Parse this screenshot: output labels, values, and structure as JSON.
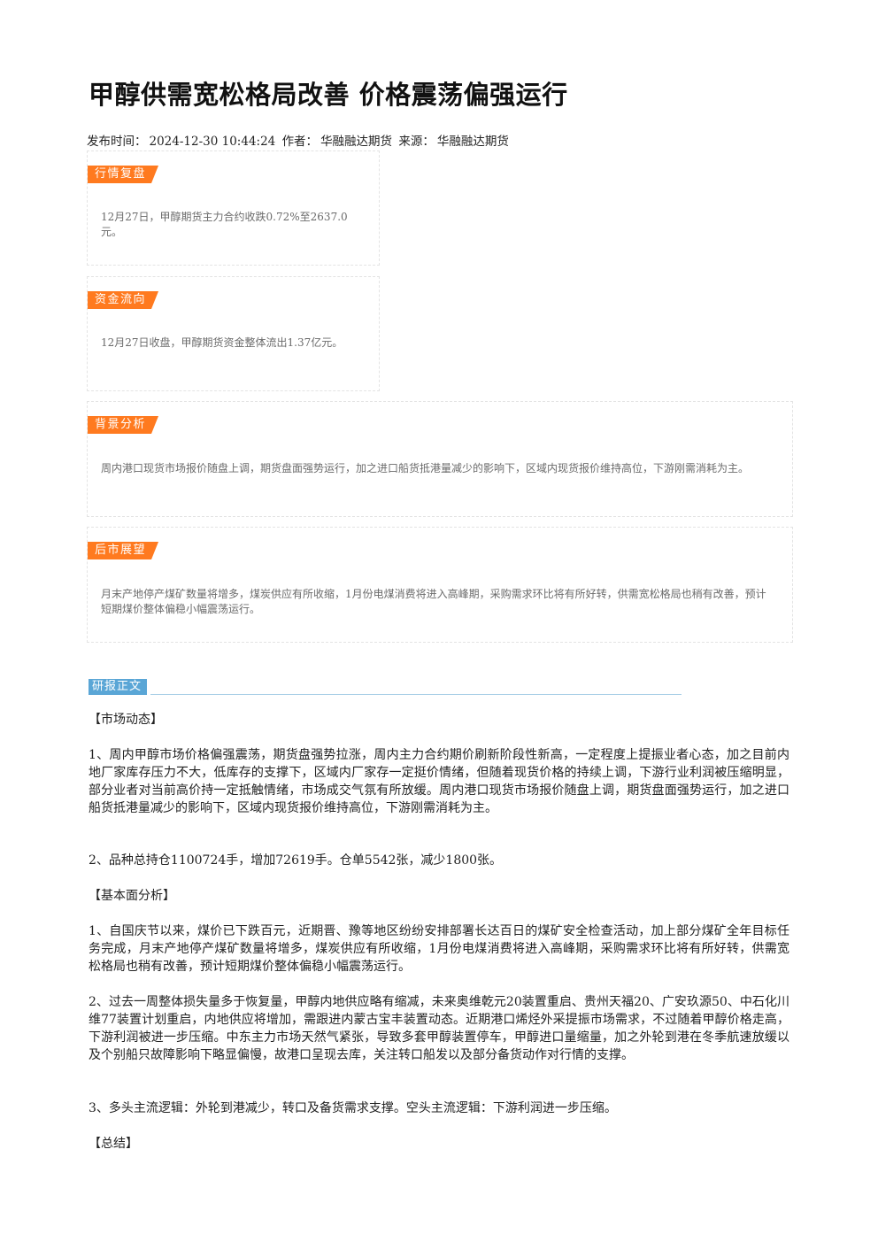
{
  "article": {
    "title": "甲醇供需宽松格局改善 价格震荡偏强运行",
    "meta": {
      "publish_label": "发布时间：",
      "publish_time": "2024-12-30 10:44:24",
      "author_label": "作者：",
      "author": "华融融达期货",
      "source_label": "来源：",
      "source": "华融融达期货"
    }
  },
  "cards": [
    {
      "tag": "行情复盘",
      "text": "12月27日，甲醇期货主力合约收跌0.72%至2637.0元。"
    },
    {
      "tag": "资金流向",
      "text": "12月27日收盘，甲醇期货资金整体流出1.37亿元。"
    },
    {
      "tag": "背景分析",
      "text": "周内港口现货市场报价随盘上调，期货盘面强势运行，加之进口船货抵港量减少的影响下，区域内现货报价维持高位，下游刚需消耗为主。"
    },
    {
      "tag": "后市展望",
      "text": "月末产地停产煤矿数量将增多，煤炭供应有所收缩，1月份电煤消费将进入高峰期，采购需求环比将有所好转，供需宽松格局也稍有改善，预计短期煤价整体偏稳小幅震荡运行。"
    }
  ],
  "report": {
    "tag": "研报正文",
    "paragraphs": [
      "【市场动态】",
      "1、周内甲醇市场价格偏强震荡，期货盘强势拉涨，周内主力合约期价刷新阶段性新高，一定程度上提振业者心态，加之目前内地厂家库存压力不大，低库存的支撑下，区域内厂家存一定挺价情绪，但随着现货价格的持续上调，下游行业利润被压缩明显，部分业者对当前高价持一定抵触情绪，市场成交气氛有所放缓。周内港口现货市场报价随盘上调，期货盘面强势运行，加之进口船货抵港量减少的影响下，区域内现货报价维持高位，下游刚需消耗为主。",
      "2、品种总持仓1100724手，增加72619手。仓单5542张，减少1800张。",
      "【基本面分析】",
      "1、自国庆节以来，煤价已下跌百元，近期晋、豫等地区纷纷安排部署长达百日的煤矿安全检查活动，加上部分煤矿全年目标任务完成，月末产地停产煤矿数量将增多，煤炭供应有所收缩，1月份电煤消费将进入高峰期，采购需求环比将有所好转，供需宽松格局也稍有改善，预计短期煤价整体偏稳小幅震荡运行。",
      "2、过去一周整体损失量多于恢复量，甲醇内地供应略有缩减，未来奥维乾元20装置重启、贵州天福20、广安玖源50、中石化川维77装置计划重启，内地供应将增加，需跟进内蒙古宝丰装置动态。近期港口烯烃外采提振市场需求，不过随着甲醇价格走高，下游利润被进一步压缩。中东主力市场天然气紧张，导致多套甲醇装置停车，甲醇进口量缩量，加之外轮到港在冬季航速放缓以及个别船只故障影响下略显偏慢，故港口呈现去库，关注转口船发以及部分备货动作对行情的支撑。",
      "3、多头主流逻辑：外轮到港减少，转口及备货需求支撑。空头主流逻辑：下游利润进一步压缩。",
      "【总结】"
    ]
  }
}
